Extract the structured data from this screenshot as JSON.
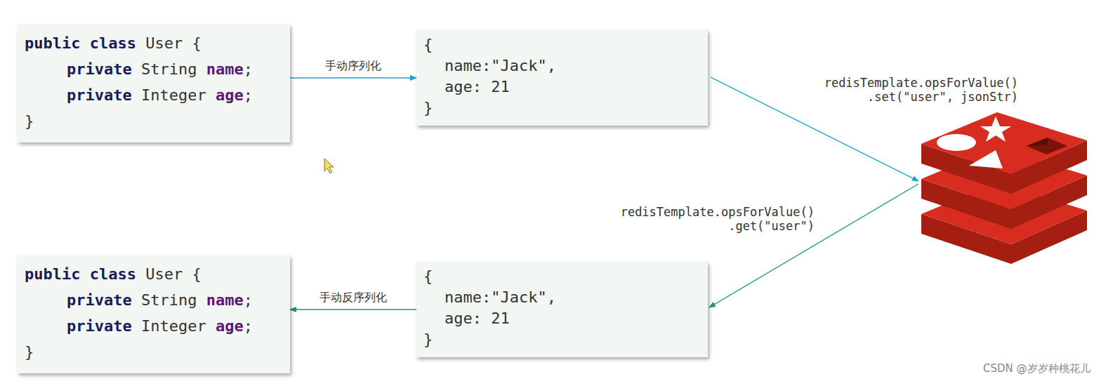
{
  "diagram": {
    "nodes": [
      {
        "text": [
          "public class User {",
          "private String name;",
          "private Integer age;",
          "}"
        ]
      },
      {
        "text": [
          "{",
          "name:\"Jack\",",
          "age: 21",
          "}"
        ]
      },
      {
        "text": [
          "{",
          "name:\"Jack\",",
          "age: 21",
          "}"
        ]
      },
      {
        "text": [
          "public class User {",
          "private String name;",
          "private Integer age;",
          "}"
        ]
      }
    ],
    "edges": [
      {
        "from": 0,
        "to": 1,
        "label": "手动序列化",
        "arrow": "to"
      },
      {
        "from": 2,
        "to": 3,
        "label": "手动反序列化",
        "arrow": "to"
      }
    ],
    "labels": [
      "redisTemplate.opsForValue() .set(\"user\", jsonStr)",
      "redisTemplate.opsForValue() .get(\"user\")",
      "CSDN @岁岁种桃花儿"
    ]
  }
}
